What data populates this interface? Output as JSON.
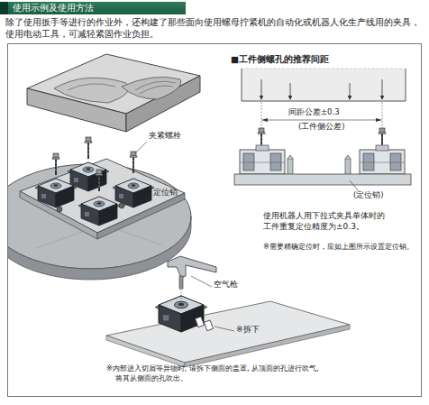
{
  "diagram": {
    "nodes": [
      {
        "text": [
          "使用示例及使用方法"
        ]
      }
    ],
    "labels": [
      "除了使用扳手等进行的作业外，还构建了那些面向使用螺母拧紧机的自动化或机器人化生产线用的夹具，使用电动工具，可减轻紧固作业负担。",
      "夹紧螺栓",
      "定位销",
      "■工件侧螺孔的推荐间距",
      "间距公差±0.3",
      "(工件侧公差)",
      "(定位销)",
      "使用机器人用下拉式夹具单体时的 工件重复定位精度为±0.3。",
      "※需要精确定位时，应如上图所示设置定位销。",
      "空气枪",
      "※拆下",
      "※内部进入切屑等异物时, 请拆下侧面的盖罩, 从顶面的孔进行吹气, 将其从侧面的孔吹出。"
    ]
  }
}
